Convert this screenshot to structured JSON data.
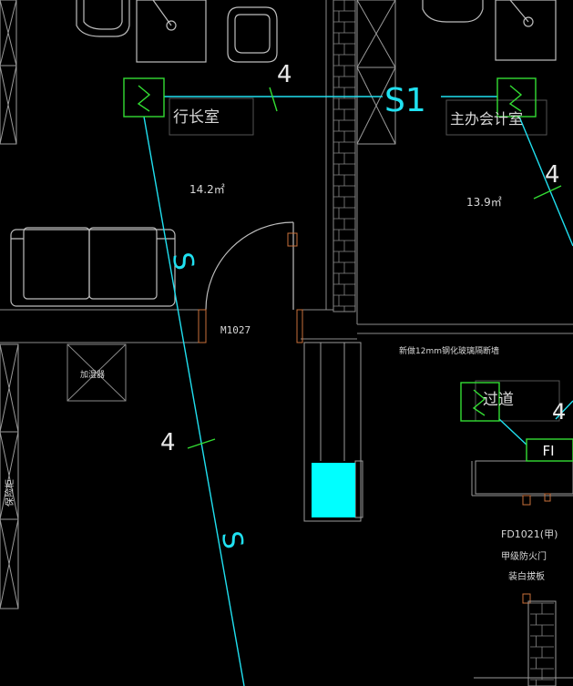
{
  "rooms": [
    {
      "name": "行长室",
      "area": "14.2㎡"
    },
    {
      "name": "主办会计室",
      "area": "13.9㎡"
    },
    {
      "name": "过道"
    }
  ],
  "doors": [
    {
      "code": "M1027"
    },
    {
      "code": "FD1021(甲)",
      "notes": [
        "甲级防火门",
        "装白拔板"
      ]
    }
  ],
  "wall_note": "新做12mm钢化玻璃隔断墙",
  "equipment_labels": [
    "加湿器",
    "保险柜"
  ],
  "devices": [
    {
      "code": "S1",
      "type": "S-module"
    },
    {
      "code": "FI",
      "type": "fire-interface-module"
    }
  ],
  "wiring_counts": [
    "4",
    "4",
    "4",
    "4"
  ],
  "wire_type_marks": [
    "S",
    "S"
  ],
  "colors": {
    "background": "#000000",
    "wiring": "#20e0f0",
    "device": "#33dd33",
    "wall_grey": "#888888",
    "door_frame": "#c8703a",
    "fill_block": "#00ffff",
    "annotation": "#d8d8d8"
  }
}
